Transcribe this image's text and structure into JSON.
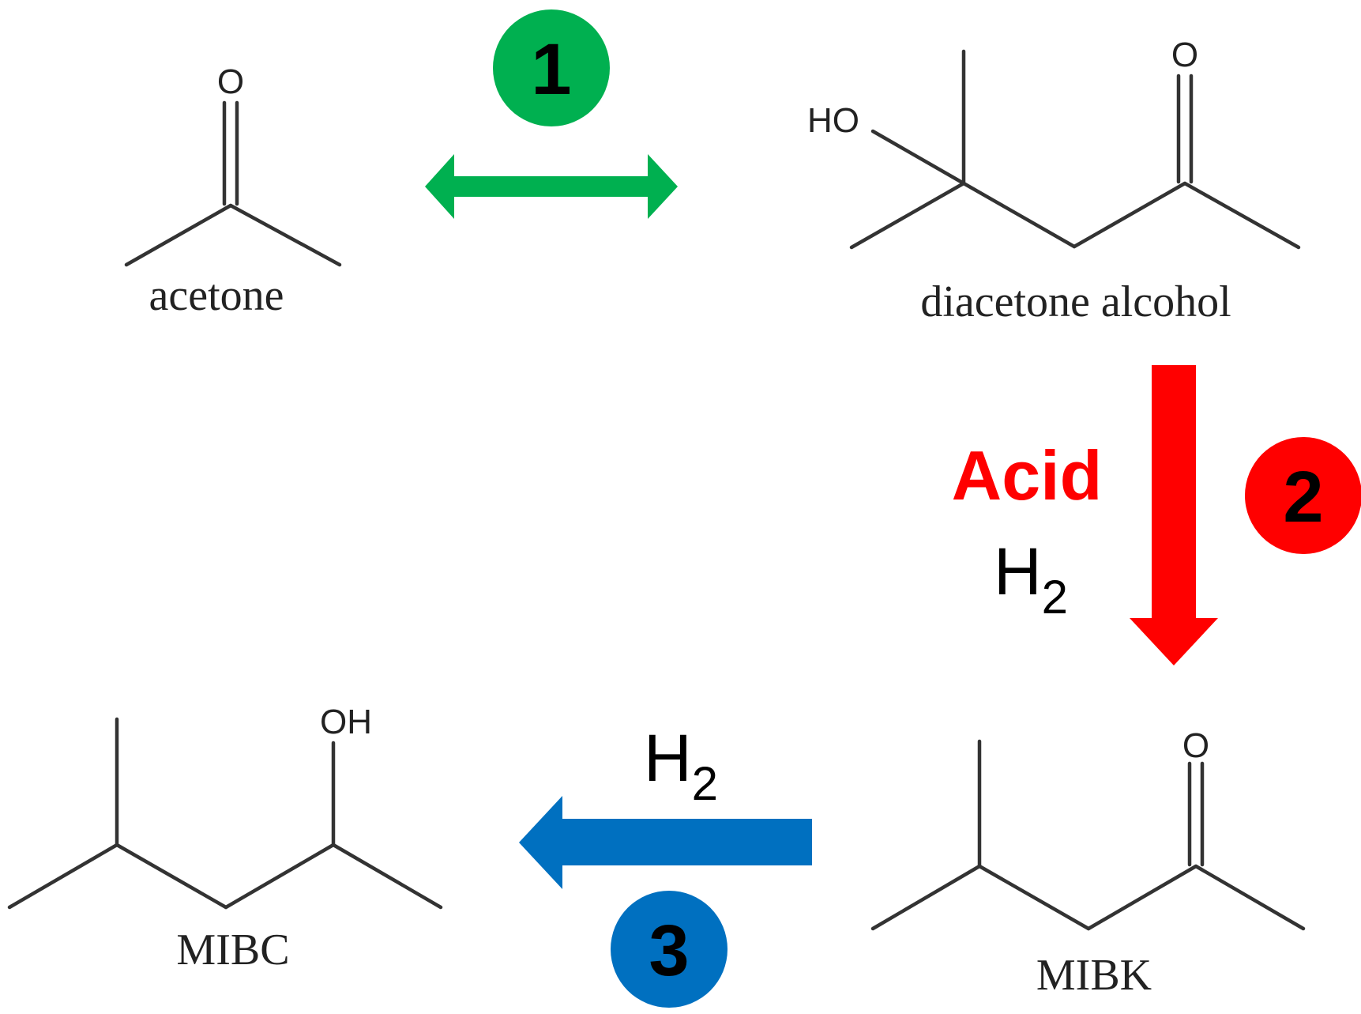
{
  "molecules": {
    "acetone": {
      "name": "acetone",
      "atoms": {
        "oxygen": "O"
      }
    },
    "diacetone_alcohol": {
      "name": "diacetone alcohol",
      "atoms": {
        "oxygen": "O",
        "hydroxyl": "HO"
      }
    },
    "mibk": {
      "name": "MIBK",
      "atoms": {
        "oxygen": "O"
      }
    },
    "mibc": {
      "name": "MIBC",
      "atoms": {
        "hydroxyl": "OH"
      }
    }
  },
  "steps": [
    {
      "number": "1",
      "color": "#00b050"
    },
    {
      "number": "2",
      "color": "#ff0000",
      "reagent_label": "Acid",
      "reagent": {
        "symbol": "H",
        "subscript": "2"
      }
    },
    {
      "number": "3",
      "color": "#0070c0",
      "reagent": {
        "symbol": "H",
        "subscript": "2"
      }
    }
  ]
}
